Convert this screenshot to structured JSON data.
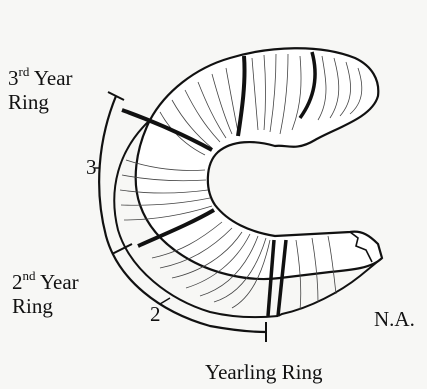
{
  "labels": {
    "third_year_line1_num": "3",
    "third_year_line1_sup": "rd",
    "third_year_line1_word": " Year",
    "third_year_line2": "Ring",
    "second_year_line1_num": "2",
    "second_year_line1_sup": "nd",
    "second_year_line1_word": " Year",
    "second_year_line2": "Ring",
    "yearling_ring": "Yearling Ring",
    "segment_3": "3",
    "segment_2": "2",
    "initials": "N.A."
  },
  "colors": {
    "ink": "#111111",
    "background": "#f7f7f5",
    "horn_fill": "#ffffff"
  }
}
